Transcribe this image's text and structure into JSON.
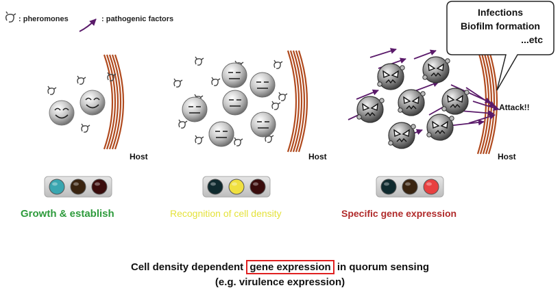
{
  "legend": {
    "pheromones": ": pheromones",
    "pathogenic": ": pathogenic factors"
  },
  "host_label": "Host",
  "attack_label": "Attack!!",
  "speech_bubble": {
    "line1": "Infections",
    "line2": "Biofilm formation",
    "line3": "...etc"
  },
  "stages": [
    {
      "label": "Growth & establish",
      "label_color": "#2e9b3c",
      "lights": [
        "#3aa6b0",
        "#3a2410",
        "#3a0c0c"
      ]
    },
    {
      "label": "Recognition of cell density",
      "label_color": "#e4e23a",
      "lights": [
        "#0f2a2e",
        "#f0e040",
        "#3a0c0c"
      ]
    },
    {
      "label": "Specific gene expression",
      "label_color": "#b02a2a",
      "lights": [
        "#0f2a2e",
        "#3a2410",
        "#e84040"
      ]
    }
  ],
  "caption": {
    "line1_pre": "Cell density dependent ",
    "line1_boxed": "gene expression",
    "line1_post": " in quorum sensing",
    "line2": "(e.g. virulence expression)"
  },
  "colors": {
    "host": "#b04a1e",
    "arrow": "#5a1a6a",
    "highlight_box": "#e02020"
  }
}
